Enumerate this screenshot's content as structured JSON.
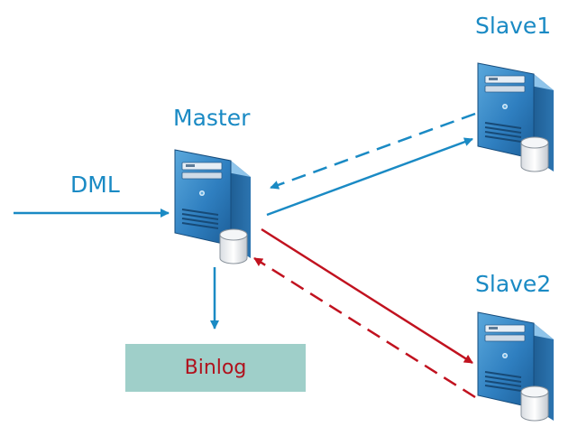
{
  "labels": {
    "master": "Master",
    "slave1": "Slave1",
    "slave2": "Slave2",
    "dml": "DML",
    "binlog": "Binlog"
  },
  "colors": {
    "blue": "#1a8ac4",
    "red": "#c1121f",
    "binlog_fill": "#9fcfc9",
    "binlog_text": "#b0121d"
  },
  "icons": [
    "server-icon",
    "database-icon"
  ]
}
